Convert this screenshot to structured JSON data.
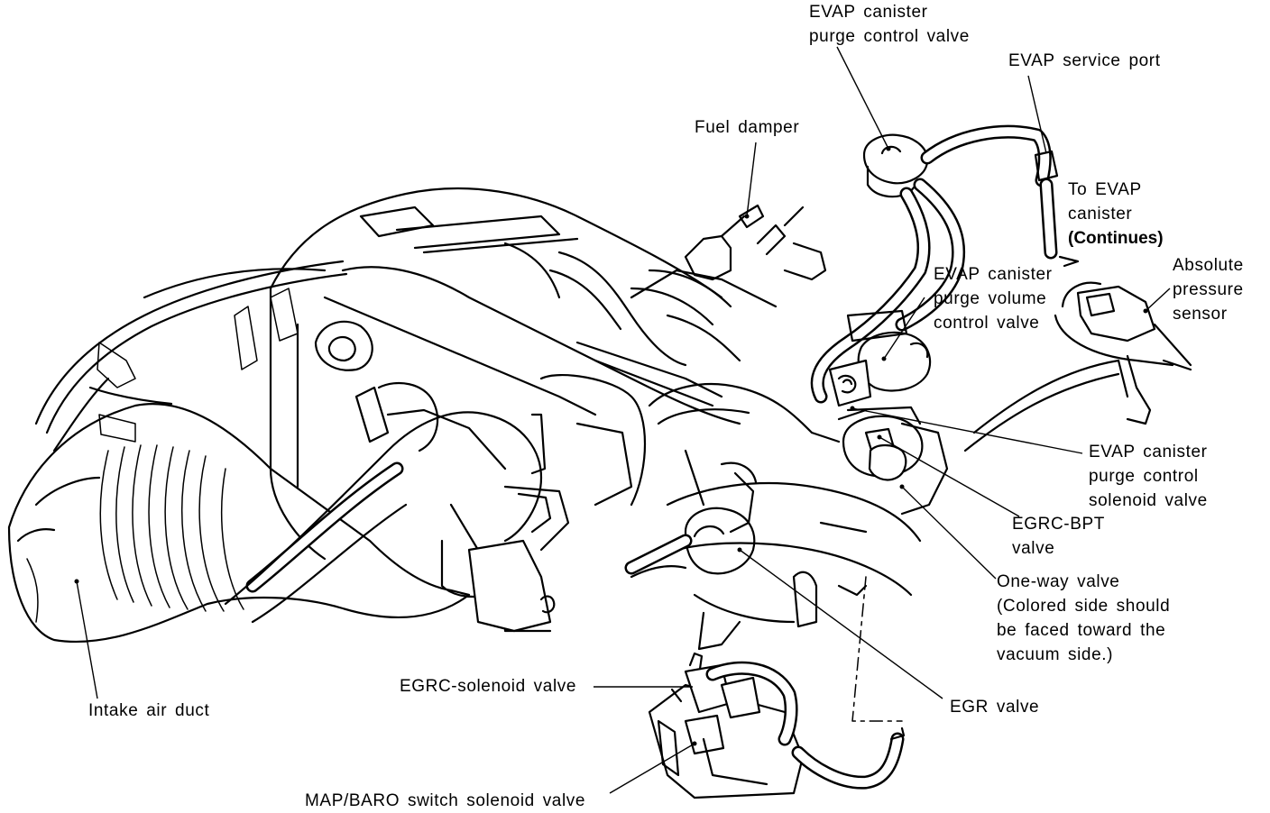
{
  "labels": {
    "evap_purge_control_valve": [
      "EVAP canister",
      "purge control valve"
    ],
    "evap_service_port": "EVAP service port",
    "fuel_damper": "Fuel damper",
    "to_evap_canister": [
      "To EVAP",
      "canister"
    ],
    "continues": "(Continues)",
    "absolute_pressure_sensor": [
      "Absolute",
      "pressure",
      "sensor"
    ],
    "evap_purge_volume_control_valve": [
      "EVAP canister",
      "purge volume",
      "control valve"
    ],
    "evap_purge_control_solenoid_valve": [
      "EVAP canister",
      "purge control",
      "solenoid valve"
    ],
    "egrc_bpt_valve": [
      "EGRC-BPT",
      "valve"
    ],
    "one_way_valve": [
      "One-way valve",
      "(Colored side should",
      "be faced toward the",
      "vacuum side.)"
    ],
    "egr_valve": "EGR valve",
    "egrc_solenoid_valve": "EGRC-solenoid valve",
    "intake_air_duct": "Intake air duct",
    "map_baro_switch_solenoid_valve": "MAP/BARO switch solenoid valve"
  }
}
